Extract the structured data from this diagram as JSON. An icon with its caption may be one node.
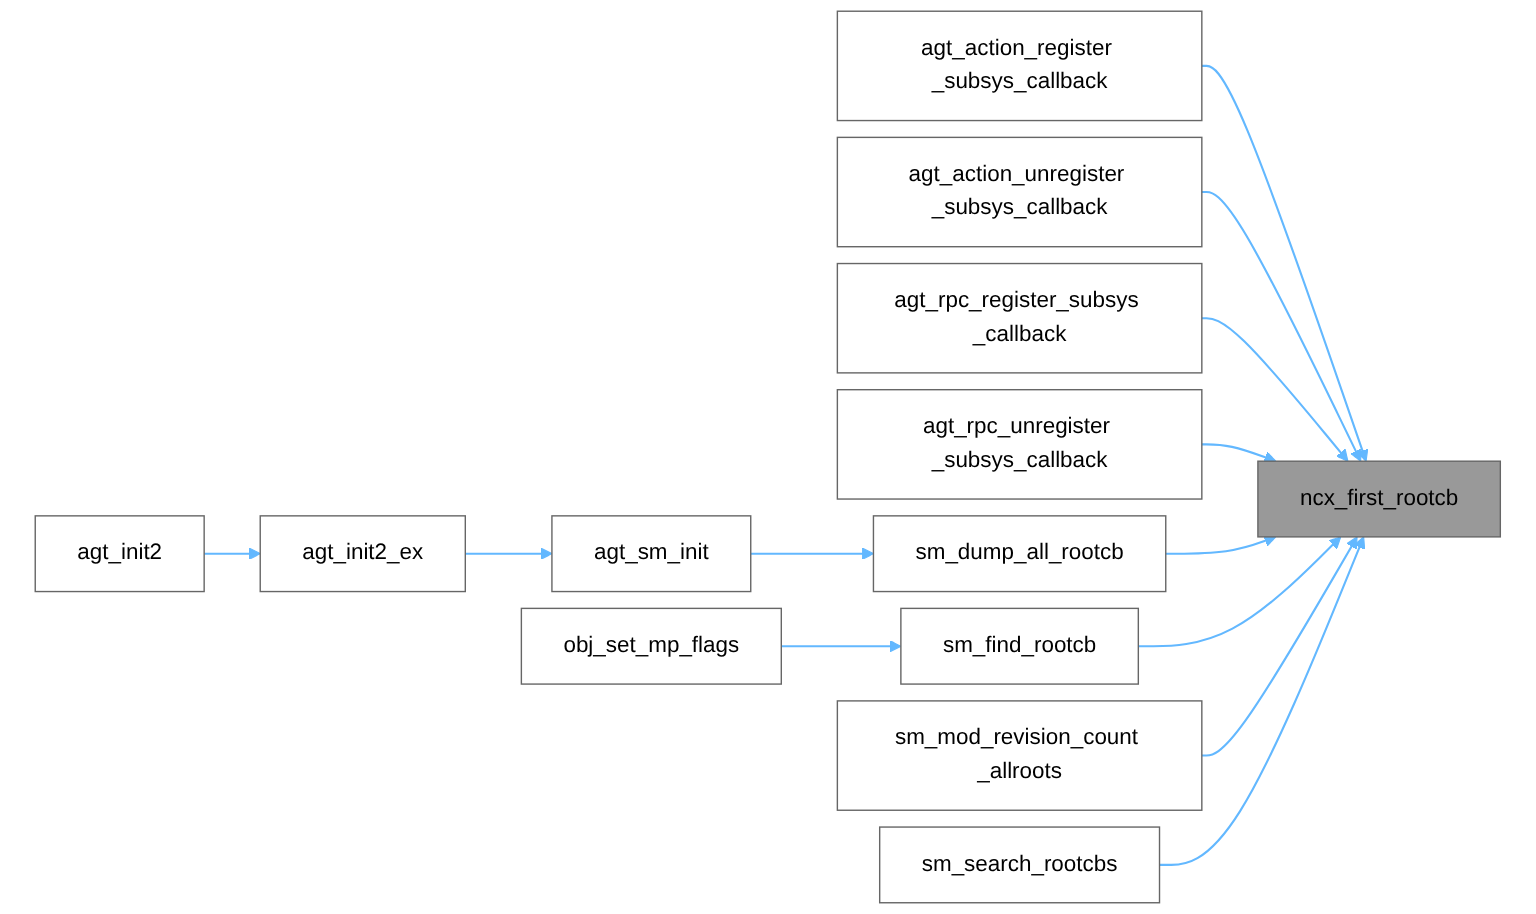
{
  "diagram": {
    "nodes": [
      {
        "text": [
          "ncx_first_rootcb"
        ]
      },
      {
        "text": [
          "agt_action_register _subsys_callback"
        ]
      },
      {
        "text": [
          "agt_action_unregister _subsys_callback"
        ]
      },
      {
        "text": [
          "agt_rpc_register_subsys _callback"
        ]
      },
      {
        "text": [
          "agt_rpc_unregister _subsys_callback"
        ]
      },
      {
        "text": [
          "sm_dump_all_rootcb"
        ]
      },
      {
        "text": [
          "sm_find_rootcb"
        ]
      },
      {
        "text": [
          "sm_mod_revision_count _allroots"
        ]
      },
      {
        "text": [
          "sm_search_rootcbs"
        ]
      },
      {
        "text": [
          "agt_sm_init"
        ]
      },
      {
        "text": [
          "obj_set_mp_flags"
        ]
      },
      {
        "text": [
          "agt_init2_ex"
        ]
      },
      {
        "text": [
          "agt_init2"
        ]
      }
    ],
    "edges": [
      {
        "from": 1,
        "to": 0,
        "arrow": "to"
      },
      {
        "from": 2,
        "to": 0,
        "arrow": "to"
      },
      {
        "from": 3,
        "to": 0,
        "arrow": "to"
      },
      {
        "from": 4,
        "to": 0,
        "arrow": "to"
      },
      {
        "from": 5,
        "to": 0,
        "arrow": "to"
      },
      {
        "from": 6,
        "to": 0,
        "arrow": "to"
      },
      {
        "from": 7,
        "to": 0,
        "arrow": "to"
      },
      {
        "from": 8,
        "to": 0,
        "arrow": "to"
      },
      {
        "from": 9,
        "to": 5,
        "arrow": "to"
      },
      {
        "from": 10,
        "to": 6,
        "arrow": "to"
      },
      {
        "from": 11,
        "to": 9,
        "arrow": "to"
      },
      {
        "from": 12,
        "to": 11,
        "arrow": "to"
      }
    ]
  }
}
